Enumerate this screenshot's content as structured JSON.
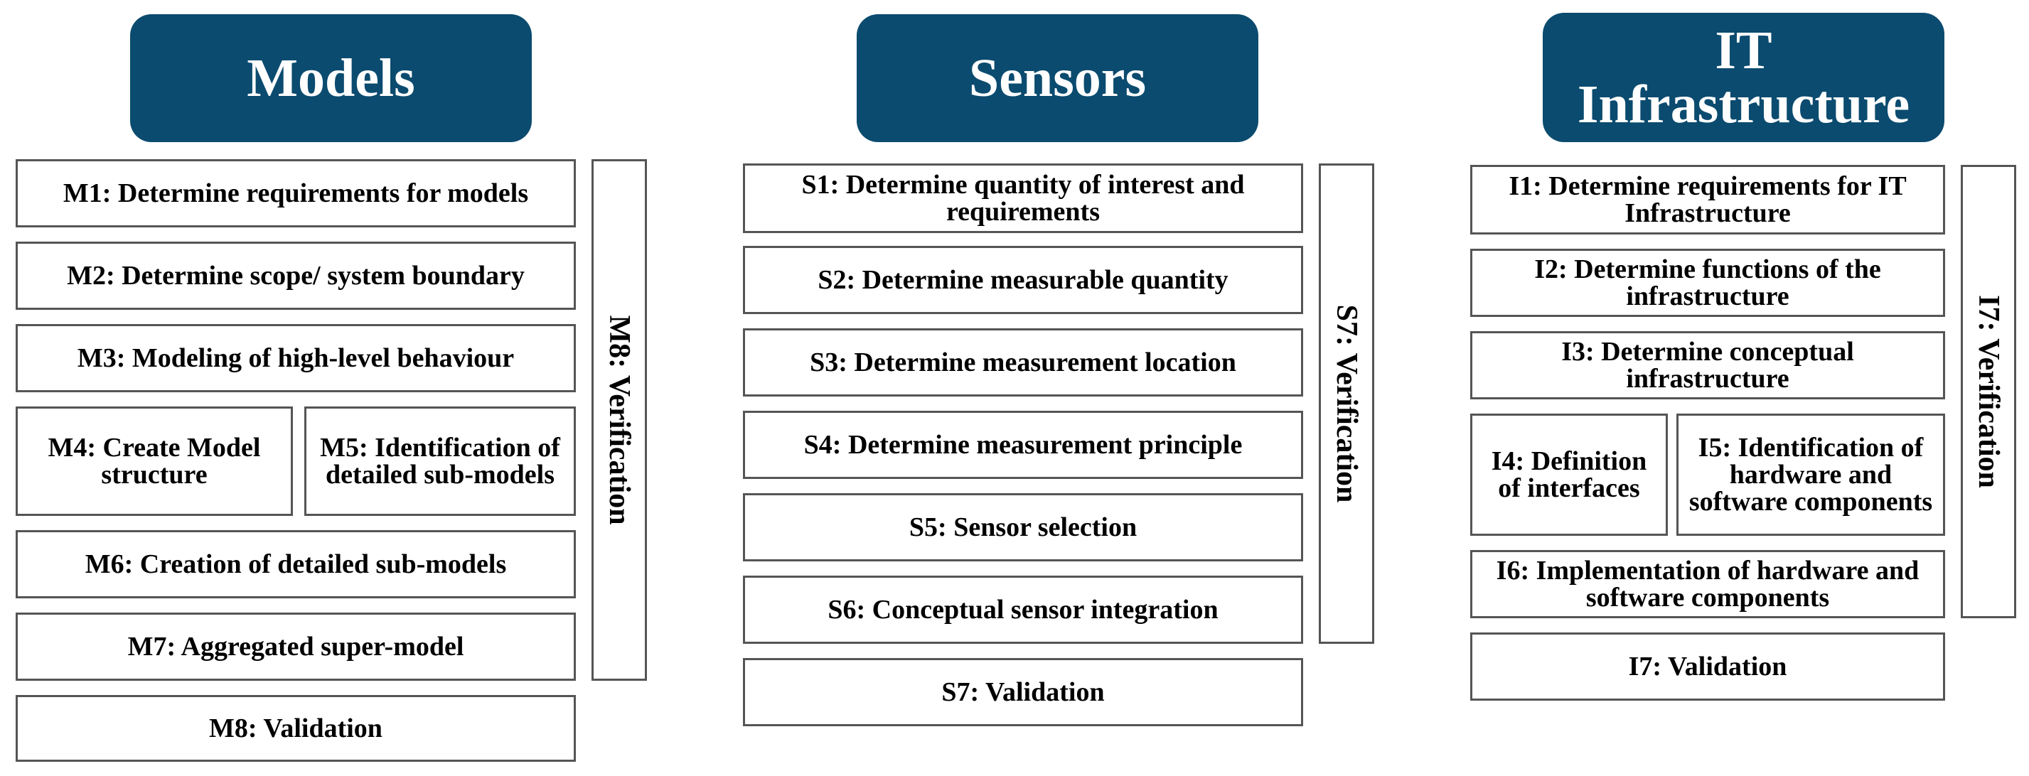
{
  "columns": {
    "models": {
      "title": "Models",
      "steps": {
        "m1": "M1: Determine requirements for models",
        "m2": "M2: Determine scope/ system boundary",
        "m3": "M3: Modeling of high-level behaviour",
        "m4": "M4: Create Model structure",
        "m5": "M5: Identification of detailed sub-models",
        "m6": "M6: Creation of detailed sub-models",
        "m7": "M7: Aggregated super-model",
        "m8v": "M8: Validation"
      },
      "verification": "M8: Verification"
    },
    "sensors": {
      "title": "Sensors",
      "steps": {
        "s1": "S1: Determine quantity of interest and requirements",
        "s2": "S2: Determine measurable quantity",
        "s3": "S3: Determine measurement location",
        "s4": "S4: Determine measurement  principle",
        "s5": "S5: Sensor selection",
        "s6": "S6: Conceptual sensor integration",
        "s7v": "S7: Validation"
      },
      "verification": "S7: Verification"
    },
    "it": {
      "title": "IT Infrastructure",
      "steps": {
        "i1": "I1: Determine requirements for IT Infrastructure",
        "i2": "I2: Determine functions of the infrastructure",
        "i3": "I3: Determine conceptual infrastructure",
        "i4": "I4: Definition of interfaces",
        "i5": "I5: Identification of hardware and software components",
        "i6": "I6: Implementation of hardware and software components",
        "i7v": "I7: Validation"
      },
      "verification": "I7: Verification"
    }
  },
  "colors": {
    "header_bg": "#0b4b6f",
    "header_text": "#ffffff",
    "box_border": "#555555"
  }
}
